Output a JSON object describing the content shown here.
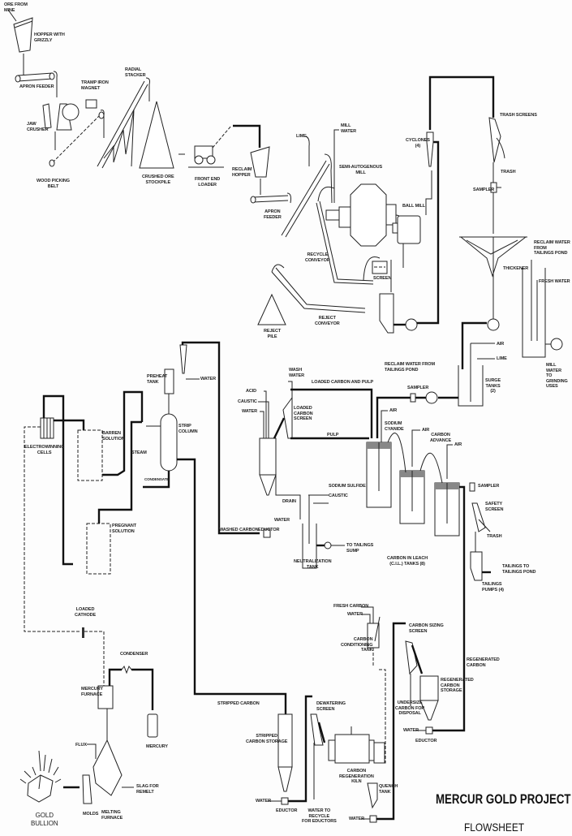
{
  "title": {
    "main": "MERCUR GOLD PROJECT",
    "sub": "FLOWSHEET"
  },
  "labels": {
    "ore_from_mine": "ORE FROM\nMINE",
    "hopper_grizzly": "HOPPER WITH\nGRIZZLY",
    "apron_feeder_1": "APRON FEEDER",
    "tramp_iron_magnet": "TRAMP IRON\nMAGNET",
    "radial_stacker": "RADIAL\nSTACKER",
    "jaw_crusher": "JAW\nCRUSHER",
    "wood_picking_belt": "WOOD PICKING\nBELT",
    "crushed_ore_stockpile": "CRUSHED ORE\nSTOCKPILE",
    "front_end_loader": "FRONT END\nLOADER",
    "reclaim_hopper": "RECLAIM\nHOPPER",
    "apron_feeder_2": "APRON\nFEEDER",
    "lime_1": "LIME",
    "mill_water": "MILL\nWATER",
    "sag_mill": "SEMI-AUTOGENOUS\nMILL",
    "cyclones": "CYCLONES\n(4)",
    "ball_mill": "BALL MILL",
    "recycle_conveyor": "RECYCLE\nCONVEYOR",
    "screen": "SCREEN",
    "reject_pile": "REJECT\nPILE",
    "reject_conveyor": "REJECT\nCONVEYOR",
    "trash_screens": "TRASH SCREENS",
    "trash_1": "TRASH",
    "sampler_1": "SAMPLER",
    "thickener": "THICKENER",
    "reclaim_water_1": "RECLAIM WATER FROM\nTAILINGS POND",
    "fresh_water": "FRESH WATER",
    "air_1": "AIR",
    "lime_2": "LIME",
    "surge_tanks": "SURGE\nTANKS\n(2)",
    "mill_water_grinding": "MILL WATER\nTO GRINDING\nUSES",
    "preheat_tank": "PREHEAT\nTANK",
    "water_1": "WATER",
    "strip_column": "STRIP\nCOLUMN",
    "barren_solution": "BARREN\nSOLUTION",
    "electrowinning_cells": "ELECTROWINNING\nCELLS",
    "steam": "STEAM",
    "condensate": "CONDENSATE",
    "pregnant_solution": "PREGNANT\nSOLUTION",
    "acid": "ACID",
    "caustic_1": "CAUSTIC",
    "water_2": "WATER",
    "wash_water": "WASH\nWATER",
    "loaded_carbon_pulp": "LOADED CARBON AND PULP",
    "loaded_carbon_screen": "LOADED\nCARBON\nSCREEN",
    "pulp": "PULP",
    "reclaim_water_2": "RECLAIM WATER FROM\nTAILINGS POND",
    "sampler_2": "SAMPLER",
    "air_2": "AIR",
    "sodium_cyanide": "SODIUM\nCYANIDE",
    "air_3": "AIR",
    "carbon_advance": "CARBON\nADVANCE",
    "air_4": "AIR",
    "drain": "DRAIN",
    "sodium_sulfide": "SODIUM SULFIDE",
    "caustic_2": "CAUSTIC",
    "water_3": "WATER",
    "eductor_1": "EDUCTOR",
    "washed_carbon": "WASHED CARBON",
    "neutralization_tank": "NEUTRALIZATION\nTANK",
    "to_tailings_sump": "TO TAILINGS\nSUMP",
    "cil_tanks": "CARBON IN LEACH\n(C.I.L.) TANKS (8)",
    "sampler_3": "SAMPLER",
    "safety_screen": "SAFETY\nSCREEN",
    "trash_2": "TRASH",
    "tailings_to_pond": "TAILINGS TO\nTAILINGS POND",
    "tailings_pumps": "TAILINGS\nPUMPS (4)",
    "loaded_cathode": "LOADED\nCATHODE",
    "condenser": "CONDENSER",
    "mercury_furnace": "MERCURY\nFURNACE",
    "mercury": "MERCURY",
    "flux": "FLUX",
    "slag_for_remelt": "SLAG FOR\nREMELT",
    "molds": "MOLDS",
    "melting_furnace": "MELTING\nFURNACE",
    "gold_bullion": "GOLD\nBULLION",
    "stripped_carbon": "STRIPPED CARBON",
    "stripped_carbon_storage": "STRIPPED\nCARBON STORAGE",
    "water_4": "WATER",
    "eductor_2": "EDUCTOR",
    "dewatering_screen": "DEWATERING\nSCREEN",
    "water_recycle": "WATER TO\nRECYCLE\nFOR EDUCTORS",
    "regeneration_kiln": "CARBON\nREGENERATION\nKILN",
    "quench_tank": "QUENCH\nTANK",
    "water_5": "WATER",
    "fresh_carbon": "FRESH CARBON",
    "water_6": "WATER",
    "conditioning_tank": "CARBON\nCONDITIONING\nTANK",
    "sizing_screen": "CARBON SIZING\nSCREEN",
    "undersize_carbon": "UNDERSIZE\nCARBON FOR\nDISPOSAL",
    "regen_carbon_storage": "REGENERATED\nCARBON\nSTORAGE",
    "regenerated_carbon": "REGENERATED\nCARBON",
    "water_7": "WATER",
    "eductor_3": "EDUCTOR"
  }
}
